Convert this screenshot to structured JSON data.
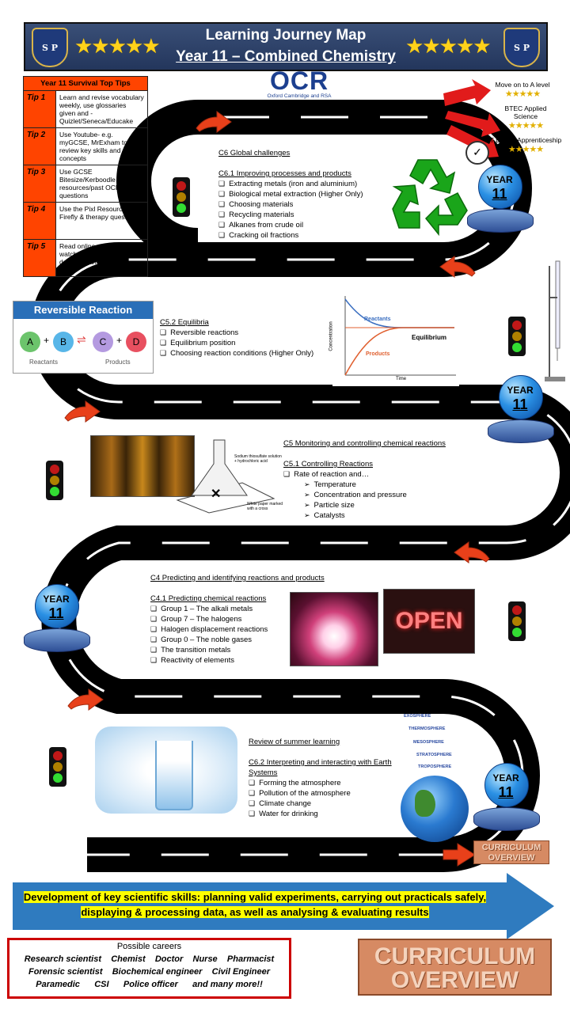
{
  "header": {
    "title": "Learning Journey Map",
    "subtitle": "Year 11 – Combined Chemistry",
    "stars": "★★★★★",
    "crest_text": "S P"
  },
  "logo": {
    "name": "OCR",
    "tagline": "Oxford Cambridge and RSA"
  },
  "tips": {
    "heading": "Year 11 Survival Top Tips",
    "items": [
      {
        "key": "Tip 1",
        "text": "Learn and revise vocabulary weekly, use glossaries given and - Quizlet/Seneca/Educake"
      },
      {
        "key": "Tip 2",
        "text": "Use Youtube- e.g. myGCSE, MrExham to help review key skills and concepts"
      },
      {
        "key": "Tip 3",
        "text": "Use GCSE Bitesize/Kerboodle resources/past OCR questions"
      },
      {
        "key": "Tip 4",
        "text": "Use the Pixl Resources on Firefly & therapy questions"
      },
      {
        "key": "Tip 5",
        "text": "Read online science news, watch science documentaries"
      }
    ]
  },
  "next_steps": [
    {
      "label": "Move on to  A level",
      "stars": "★★★★★"
    },
    {
      "label": "BTEC Applied Science",
      "stars": "★★★★★"
    },
    {
      "label": "T Level / Apprenticeship",
      "stars": "★★★★★"
    }
  ],
  "year_badge": {
    "label": "YEAR",
    "number": "11"
  },
  "topic_c6": {
    "heading": "C6 Global challenges",
    "sub": "C6.1 Improving processes and products",
    "items": [
      "Extracting metals (iron and aluminium)",
      "Biological metal extraction (Higher Only)",
      "Choosing materials",
      "Recycling materials",
      "Alkanes from crude oil",
      "Cracking oil fractions"
    ]
  },
  "reversible": {
    "title": "Reversible Reaction",
    "a": "A",
    "b": "B",
    "c": "C",
    "d": "D",
    "reactants": "Reactants",
    "products": "Products"
  },
  "topic_c52": {
    "heading": "C5.2 Equilibria",
    "items": [
      "Reversible reactions",
      "Equilibrium position",
      "Choosing reaction conditions (Higher Only)"
    ]
  },
  "eq_chart": {
    "ylabel": "Concentration",
    "xlabel": "Time",
    "reactants": "Reactants",
    "products": "Products",
    "equilibrium": "Equilibrium"
  },
  "topic_c5": {
    "heading": "C5 Monitoring and controlling chemical reactions",
    "sub": "C5.1 Controlling Reactions",
    "lead": "Rate of reaction and…",
    "items": [
      "Temperature",
      "Concentration and pressure",
      "Particle size",
      "Catalysts"
    ]
  },
  "flask": {
    "solution": "Sodium thiosulfate solution + hydrochloric acid",
    "paper": "White paper marked with a cross",
    "mark": "✕"
  },
  "topic_c4": {
    "heading": "C4 Predicting and identifying reactions and products",
    "sub": "C4.1 Predicting chemical reactions",
    "items": [
      "Group 1 – The alkali metals",
      "Group 7 – The halogens",
      "Halogen displacement reactions",
      "Group 0 – The noble gases",
      "The transition metals",
      "Reactivity of elements"
    ]
  },
  "open_sign": "OPEN",
  "topic_c62": {
    "heading": "Review of summer learning",
    "sub": "C6.2 Interpreting and interacting with Earth Systems",
    "items": [
      "Forming the atmosphere",
      "Pollution of the atmosphere",
      "Climate change",
      "Water for drinking"
    ]
  },
  "atmosphere_layers": [
    "EXOSPHERE",
    "THERMOSPHERE",
    "MESOSPHERE",
    "STRATOSPHERE",
    "TROPOSPHERE"
  ],
  "curriculum_overview": "CURRICULUM OVERVIEW",
  "skills": "Development of key scientific skills: planning valid experiments, carrying out practicals safely, displaying & processing data, as well as analysing & evaluating results",
  "careers": {
    "heading": "Possible careers",
    "line1": "Research scientist    Chemist    Doctor    Nurse    Pharmacist",
    "line2": "Forensic scientist    Biochemical engineer    Civil Engineer",
    "line3": "Paramedic      CSI      Police officer      and many more!!"
  },
  "colors": {
    "road": "#000000",
    "tips": "#ff4400",
    "arrow": "#e8401a",
    "skills_arrow": "#2f7bbf",
    "highlight": "#ffff00"
  }
}
